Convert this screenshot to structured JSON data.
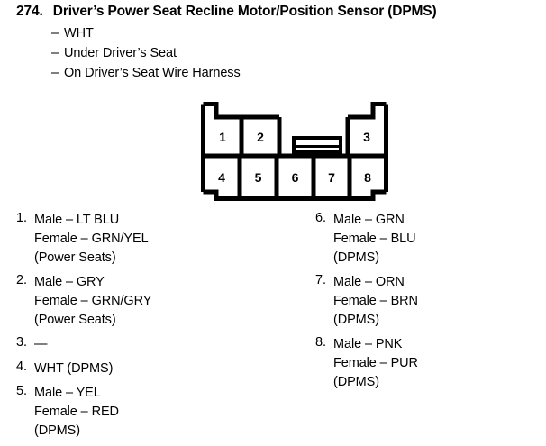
{
  "header": {
    "number": "274.",
    "title": "Driver’s Power Seat Recline Motor/Position Sensor (DPMS)",
    "details": [
      "WHT",
      "Under Driver’s Seat",
      "On Driver’s Seat Wire Harness"
    ],
    "dash": "–"
  },
  "connector": {
    "top_row_pins": [
      "1",
      "2",
      "3"
    ],
    "bottom_row_pins": [
      "4",
      "5",
      "6",
      "7",
      "8"
    ],
    "latch_label": "",
    "outline_color": "#000000",
    "fill_color": "#ffffff"
  },
  "pin_list_left": [
    {
      "number": "1.",
      "lines": [
        "Male – LT BLU",
        "Female – GRN/YEL",
        "(Power Seats)"
      ]
    },
    {
      "number": "2.",
      "lines": [
        "Male – GRY",
        "Female – GRN/GRY",
        "(Power Seats)"
      ]
    },
    {
      "number": "3.",
      "lines": [
        "—"
      ]
    },
    {
      "number": "4.",
      "lines": [
        "WHT (DPMS)"
      ]
    },
    {
      "number": "5.",
      "lines": [
        "Male – YEL",
        "Female – RED",
        "(DPMS)"
      ]
    }
  ],
  "pin_list_right": [
    {
      "number": "6.",
      "lines": [
        "Male – GRN",
        "Female – BLU",
        "(DPMS)"
      ]
    },
    {
      "number": "7.",
      "lines": [
        "Male – ORN",
        "Female – BRN",
        "(DPMS)"
      ]
    },
    {
      "number": "8.",
      "lines": [
        "Male – PNK",
        "Female – PUR",
        "(DPMS)"
      ]
    }
  ]
}
